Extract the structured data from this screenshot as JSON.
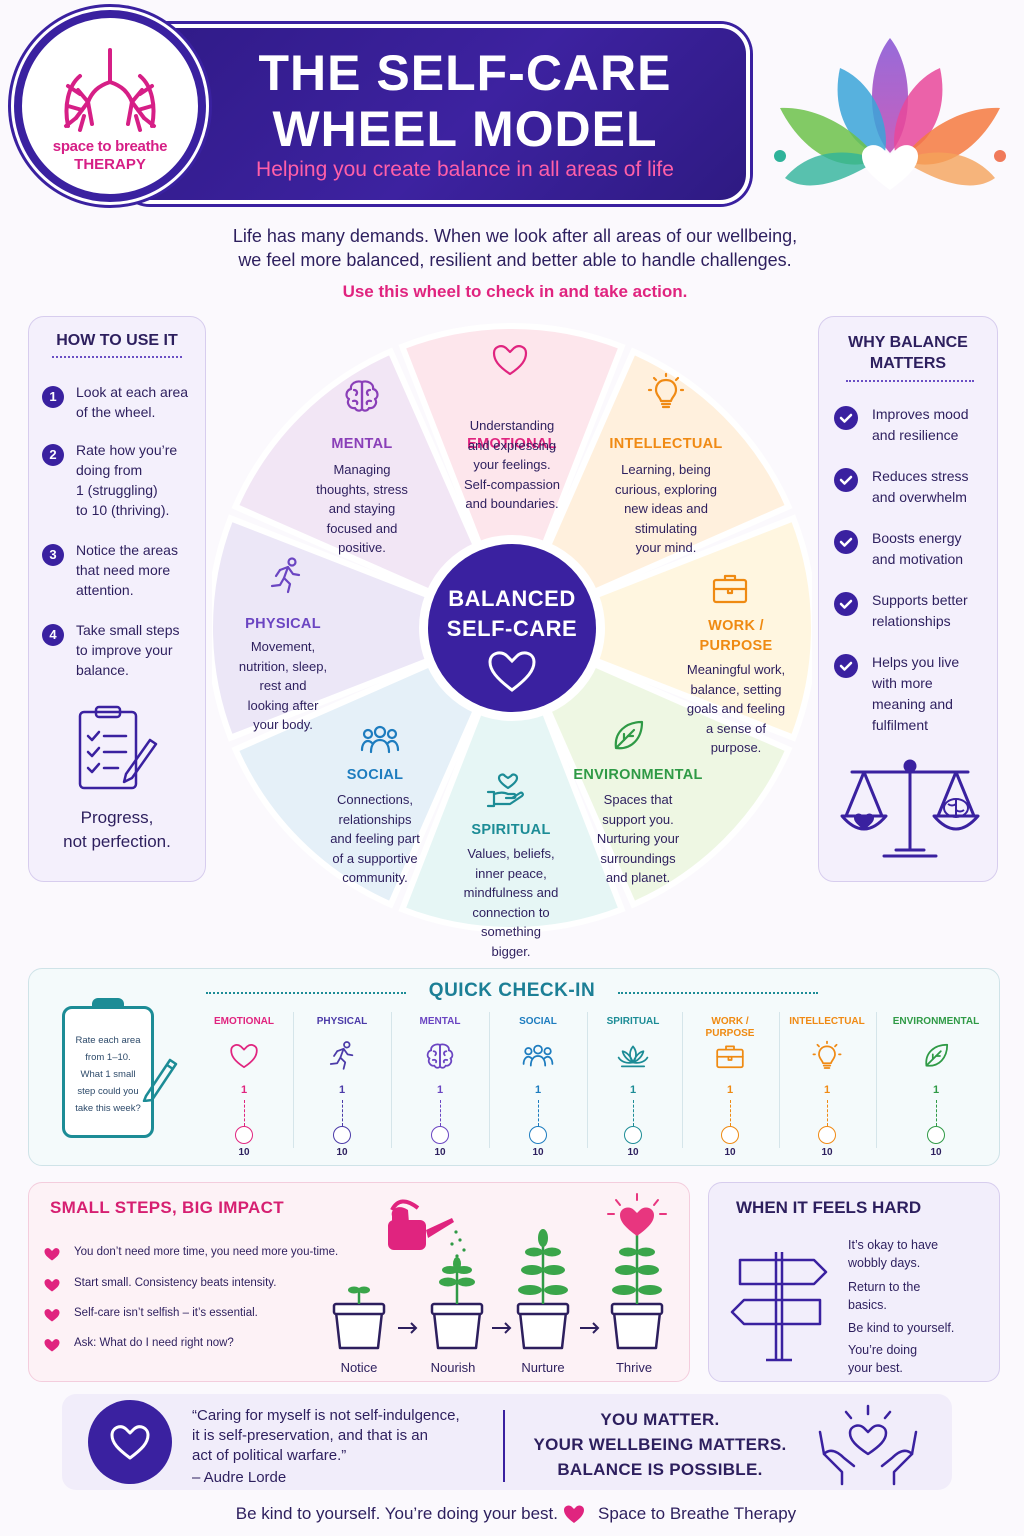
{
  "header": {
    "logo_line1": "space to breathe",
    "logo_line2": "THERAPY",
    "title_line1": "THE SELF-CARE",
    "title_line2": "WHEEL MODEL",
    "subtitle": "Helping you create balance in all areas of life"
  },
  "intro": {
    "line1": "Life has many demands.  When we look after all areas  of our wellbeing,",
    "line2": "we feel more balanced, resilient and better able to handle challenges.",
    "cta": "Use this wheel to check in and take action."
  },
  "how_to_use": {
    "title": "HOW TO USE IT",
    "steps": [
      {
        "num": "1",
        "lines": [
          "Look at each area",
          "of the wheel."
        ]
      },
      {
        "num": "2",
        "lines": [
          "Rate how you’re",
          "doing from",
          "1 (struggling)",
          "to 10 (thriving)."
        ]
      },
      {
        "num": "3",
        "lines": [
          "Notice the areas",
          "that need more",
          "attention."
        ]
      },
      {
        "num": "4",
        "lines": [
          "Take small steps",
          "to improve your",
          "balance."
        ]
      }
    ],
    "footer_line1": "Progress,",
    "footer_line2": "not perfection."
  },
  "why_balance": {
    "title_line1": "WHY BALANCE",
    "title_line2": "MATTERS",
    "items": [
      {
        "lines": [
          "Improves mood",
          "and resilience"
        ]
      },
      {
        "lines": [
          "Reduces stress",
          "and overwhelm"
        ]
      },
      {
        "lines": [
          "Boosts energy",
          "and motivation"
        ]
      },
      {
        "lines": [
          "Supports better",
          "relationships"
        ]
      },
      {
        "lines": [
          "Helps you live",
          "with more",
          "meaning and",
          "fulfilment"
        ]
      }
    ]
  },
  "wheel": {
    "center_line1": "BALANCED",
    "center_line2": "SELF-CARE",
    "segments": [
      {
        "key": "emotional",
        "title": "EMOTIONAL",
        "color": "#e0247f",
        "icon": "heart-icon",
        "desc": [
          "Understanding",
          "and expressing",
          "your feelings.",
          "Self-compassion",
          "and boundaries."
        ]
      },
      {
        "key": "intellectual",
        "title": "INTELLECTUAL",
        "color": "#f08a14",
        "icon": "lightbulb-icon",
        "desc": [
          "Learning, being",
          "curious, exploring",
          "new ideas and",
          "stimulating",
          "your mind."
        ]
      },
      {
        "key": "work",
        "title_line1": "WORK /",
        "title_line2": "PURPOSE",
        "color": "#ef8a12",
        "icon": "briefcase-icon",
        "desc": [
          "Meaningful work,",
          "balance, setting",
          "goals and feeling",
          "a sense of",
          "purpose."
        ]
      },
      {
        "key": "environmental",
        "title": "ENVIRONMENTAL",
        "color": "#2f9a46",
        "icon": "leaf-icon",
        "desc": [
          "Spaces that",
          "support you.",
          "Nurturing your",
          "surroundings",
          "and planet."
        ]
      },
      {
        "key": "spiritual",
        "title": "SPIRITUAL",
        "color": "#1c8c96",
        "icon": "hand-heart-icon",
        "desc": [
          "Values, beliefs,",
          "inner peace,",
          "mindfulness and",
          "connection to",
          "something",
          "bigger."
        ]
      },
      {
        "key": "social",
        "title": "SOCIAL",
        "color": "#1d7cbf",
        "icon": "people-icon",
        "desc": [
          "Connections,",
          "relationships",
          "and feeling part",
          "of a supportive",
          "community."
        ]
      },
      {
        "key": "physical",
        "title": "PHYSICAL",
        "color": "#6b45c2",
        "icon": "runner-icon",
        "desc": [
          "Movement,",
          "nutrition, sleep,",
          "rest and",
          "looking after",
          "your body."
        ]
      },
      {
        "key": "mental",
        "title": "MENTAL",
        "color": "#8a3fb8",
        "icon": "brain-icon",
        "desc": [
          "Managing",
          "thoughts, stress",
          "and staying",
          "focused and",
          "positive."
        ]
      }
    ]
  },
  "checkin": {
    "title": "QUICK CHECK-IN",
    "prompt": [
      "Rate each area",
      "from 1–10.",
      "What 1 small",
      "step could you",
      "take this week?"
    ],
    "columns": [
      {
        "label": "EMOTIONAL",
        "color": "#e0247f",
        "icon": "heart-icon",
        "min": "1",
        "max": "10"
      },
      {
        "label": "PHYSICAL",
        "color": "#4b3aa8",
        "icon": "runner-icon",
        "min": "1",
        "max": "10"
      },
      {
        "label": "MENTAL",
        "color": "#6b45c2",
        "icon": "brain-icon",
        "min": "1",
        "max": "10"
      },
      {
        "label": "SOCIAL",
        "color": "#1d7cbf",
        "icon": "people-icon",
        "min": "1",
        "max": "10"
      },
      {
        "label": "SPIRITUAL",
        "color": "#1c8c96",
        "icon": "lotus-icon",
        "min": "1",
        "max": "10"
      },
      {
        "label": "WORK /",
        "label2": "PURPOSE",
        "color": "#ef8a12",
        "icon": "briefcase-icon",
        "min": "1",
        "max": "10"
      },
      {
        "label": "INTELLECTUAL",
        "color": "#f08a14",
        "icon": "lightbulb-icon",
        "min": "1",
        "max": "10"
      },
      {
        "label": "ENVIRONMENTAL",
        "color": "#2f9a46",
        "icon": "leaf-icon",
        "min": "1",
        "max": "10"
      }
    ]
  },
  "small_steps": {
    "title": "SMALL STEPS, BIG IMPACT",
    "items": [
      "You don’t need more time, you need more you-time.",
      "Start small. Consistency beats intensity.",
      "Self-care isn’t selfish – it’s essential.",
      "Ask: What do I need right now?"
    ],
    "stages": [
      "Notice",
      "Nourish",
      "Nurture",
      "Thrive"
    ]
  },
  "when_hard": {
    "title": "WHEN IT FEELS HARD",
    "lines": [
      "It’s okay to have",
      "wobbly days.",
      "Return to the",
      "basics.",
      "Be kind to yourself.",
      "You’re doing",
      "your best."
    ]
  },
  "quote": {
    "lines": [
      "“Caring for myself is not self-indulgence,",
      "it is self-preservation, and that is an",
      "act of political warfare.”",
      "– Audre Lorde"
    ],
    "matter": [
      "YOU MATTER.",
      "YOUR WELLBEING MATTERS.",
      "BALANCE IS POSSIBLE."
    ]
  },
  "footer": {
    "left": "Be kind to yourself. You’re doing your best.",
    "right": "Space to Breathe Therapy"
  },
  "colors": {
    "brand_purple": "#3a21a0",
    "brand_pink": "#e0247f"
  }
}
